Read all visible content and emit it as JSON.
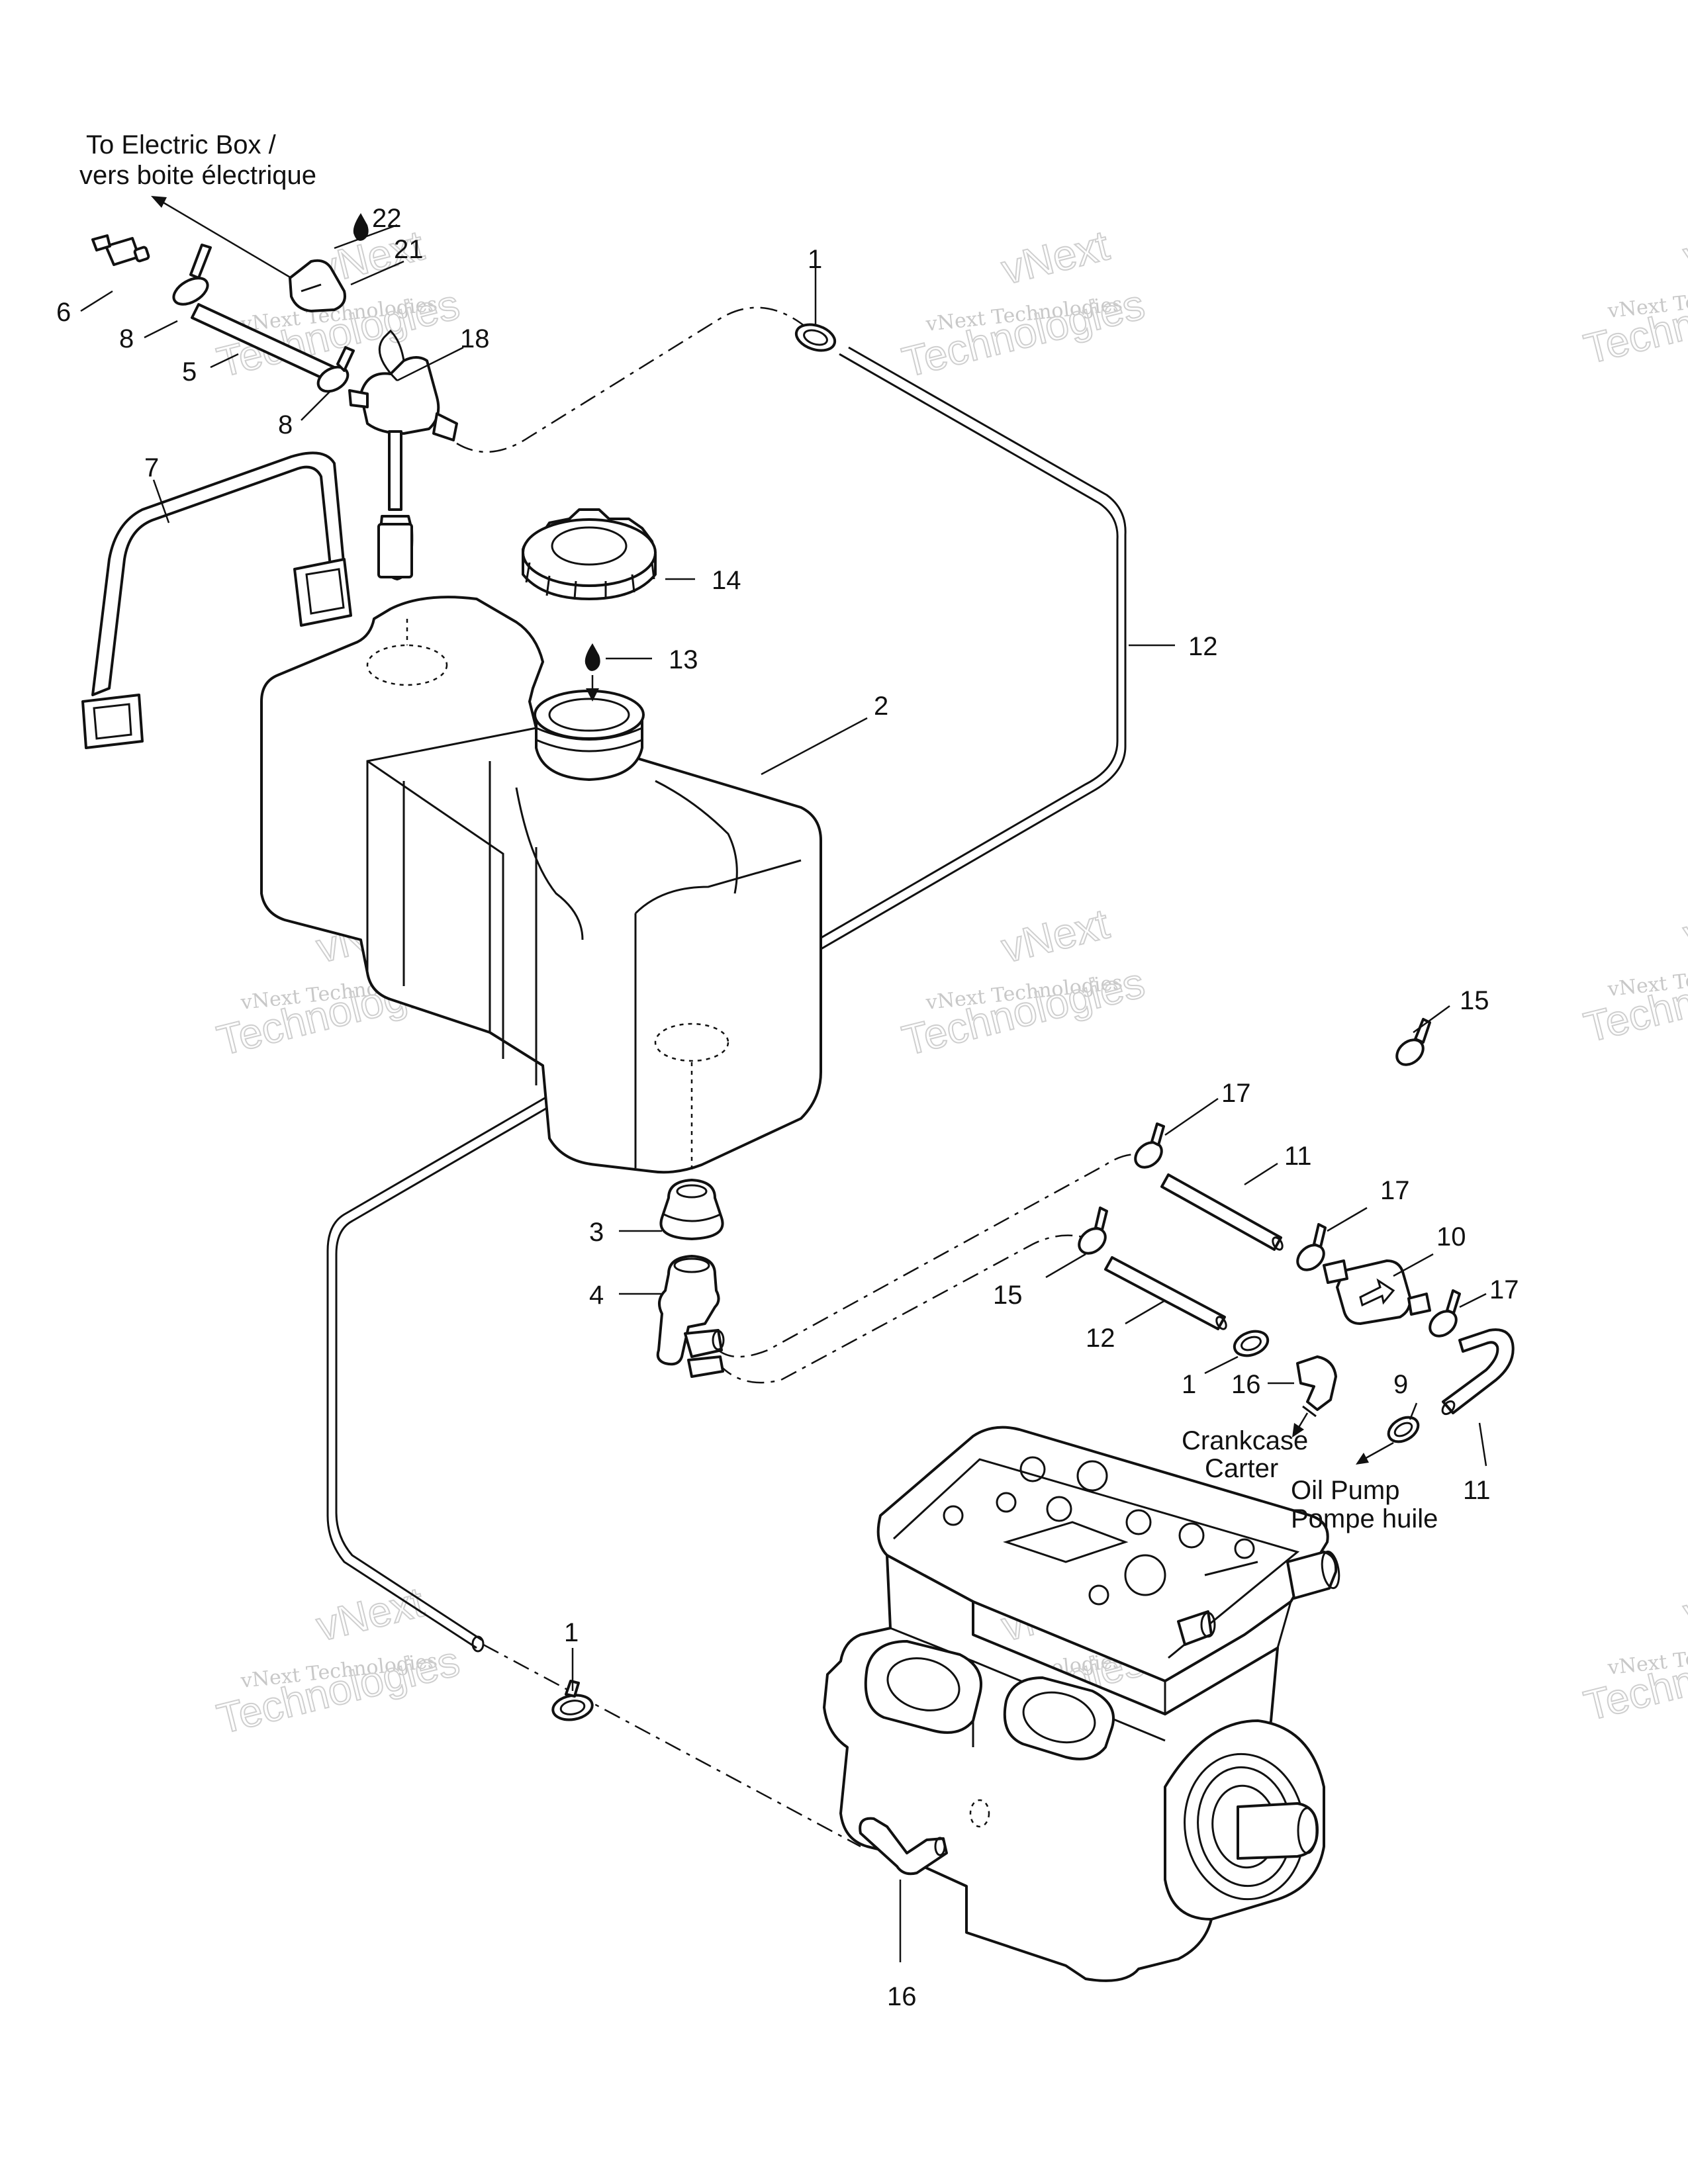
{
  "labels": {
    "l1a": "1",
    "l1b": "1",
    "l1c": "1",
    "l2": "2",
    "l3": "3",
    "l4": "4",
    "l5": "5",
    "l6": "6",
    "l7": "7",
    "l8a": "8",
    "l8b": "8",
    "l9": "9",
    "l10": "10",
    "l11a": "11",
    "l11b": "11",
    "l12a": "12",
    "l12b": "12",
    "l13": "13",
    "l14": "14",
    "l15a": "15",
    "l15b": "15",
    "l16a": "16",
    "l16b": "16",
    "l17a": "17",
    "l17b": "17",
    "l17c": "17",
    "l18": "18",
    "l21": "21",
    "l22": "22"
  },
  "notes": {
    "electric_box_1": "To Electric Box /",
    "electric_box_2": "vers boite électrique",
    "crankcase_1": "Crankcase",
    "crankcase_2": "Carter",
    "oil_pump_1": "Oil Pump",
    "oil_pump_2": "Pompe huile"
  },
  "watermark": {
    "brand_small": "vNext Technologies",
    "brand_big_1": "vNext",
    "brand_big_2": "Technologies"
  }
}
